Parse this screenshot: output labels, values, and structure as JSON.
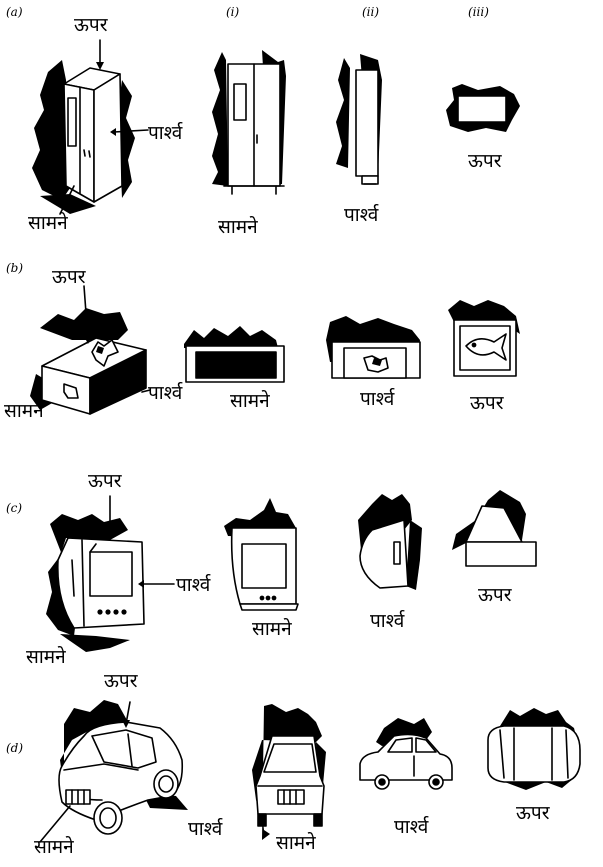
{
  "headers": [
    "(i)",
    "(ii)",
    "(iii)"
  ],
  "rows": [
    {
      "id": "(a)",
      "object": "refrigerator",
      "main_labels": [
        "ऊपर",
        "पार्श्व",
        "सामने"
      ],
      "view_labels": [
        "सामने",
        "पार्श्व",
        "ऊपर"
      ]
    },
    {
      "id": "(b)",
      "object": "box",
      "main_labels": [
        "ऊपर",
        "पार्श्व",
        "सामने"
      ],
      "view_labels": [
        "सामने",
        "पार्श्व",
        "ऊपर"
      ]
    },
    {
      "id": "(c)",
      "object": "television",
      "main_labels": [
        "ऊपर",
        "पार्श्व",
        "सामने"
      ],
      "view_labels": [
        "सामने",
        "पार्श्व",
        "ऊपर"
      ]
    },
    {
      "id": "(d)",
      "object": "car",
      "main_labels": [
        "ऊपर",
        "पार्श्व",
        "सामने"
      ],
      "view_labels": [
        "सामने",
        "पार्श्व",
        "ऊपर"
      ]
    }
  ]
}
